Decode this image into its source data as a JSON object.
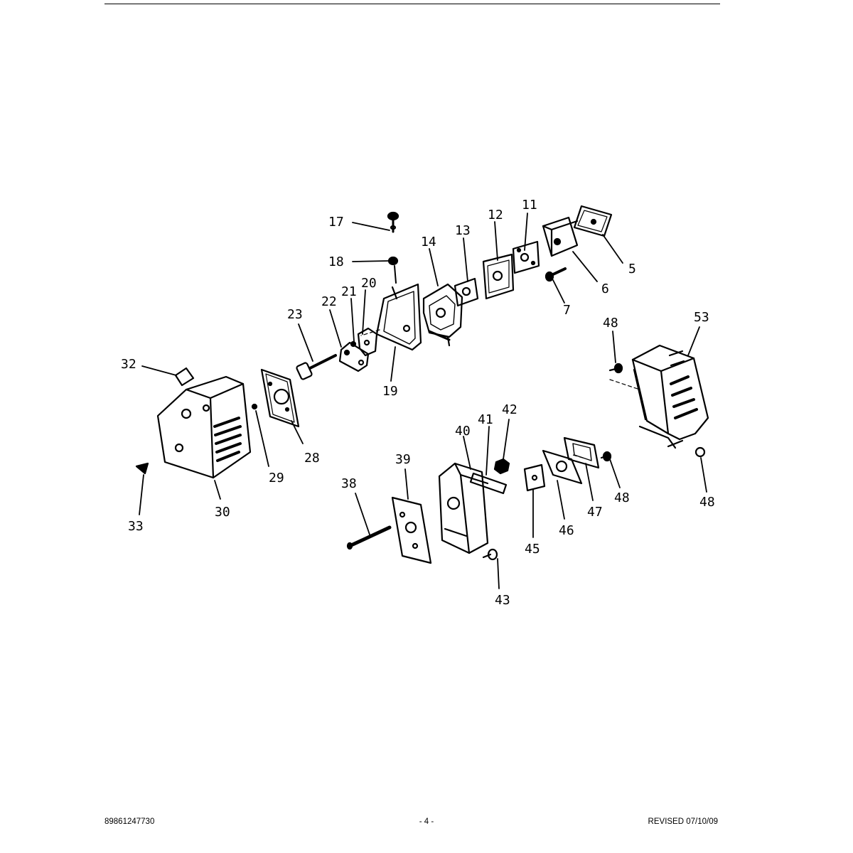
{
  "footer": {
    "part_number": "89861247730",
    "page": "- 4 -",
    "revision": "REVISED 07/10/09"
  },
  "callouts": [
    {
      "id": "c5",
      "label": "5"
    },
    {
      "id": "c6",
      "label": "6"
    },
    {
      "id": "c7",
      "label": "7"
    },
    {
      "id": "c11",
      "label": "11"
    },
    {
      "id": "c12",
      "label": "12"
    },
    {
      "id": "c13",
      "label": "13"
    },
    {
      "id": "c14",
      "label": "14"
    },
    {
      "id": "c17",
      "label": "17"
    },
    {
      "id": "c18",
      "label": "18"
    },
    {
      "id": "c19",
      "label": "19"
    },
    {
      "id": "c20",
      "label": "20"
    },
    {
      "id": "c21",
      "label": "21"
    },
    {
      "id": "c22",
      "label": "22"
    },
    {
      "id": "c23",
      "label": "23"
    },
    {
      "id": "c28",
      "label": "28"
    },
    {
      "id": "c29",
      "label": "29"
    },
    {
      "id": "c30",
      "label": "30"
    },
    {
      "id": "c32",
      "label": "32"
    },
    {
      "id": "c33",
      "label": "33"
    },
    {
      "id": "c38",
      "label": "38"
    },
    {
      "id": "c39",
      "label": "39"
    },
    {
      "id": "c40",
      "label": "40"
    },
    {
      "id": "c41",
      "label": "41"
    },
    {
      "id": "c42",
      "label": "42"
    },
    {
      "id": "c43",
      "label": "43"
    },
    {
      "id": "c45",
      "label": "45"
    },
    {
      "id": "c46",
      "label": "46"
    },
    {
      "id": "c47",
      "label": "47"
    },
    {
      "id": "c48a",
      "label": "48"
    },
    {
      "id": "c48b",
      "label": "48"
    },
    {
      "id": "c48c",
      "label": "48"
    },
    {
      "id": "c53",
      "label": "53"
    }
  ]
}
